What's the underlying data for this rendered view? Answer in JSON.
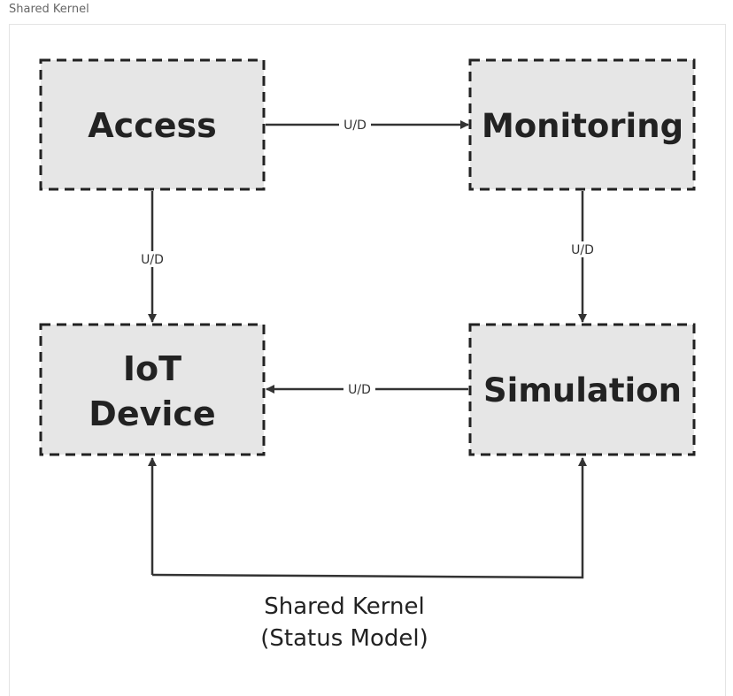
{
  "page": {
    "caption": "Shared Kernel"
  },
  "diagram": {
    "boxes": {
      "access": "Access",
      "monitoring": "Monitoring",
      "iot_line1": "IoT",
      "iot_line2": "Device",
      "simulation": "Simulation"
    },
    "edges": {
      "access_monitoring": "U/D",
      "access_iot": "U/D",
      "monitoring_simulation": "U/D",
      "simulation_iot": "U/D"
    },
    "shared_kernel": {
      "line1": "Shared Kernel",
      "line2": "(Status Model)"
    },
    "colors": {
      "box_fill": "#e6e6e6",
      "stroke": "#333333"
    }
  }
}
